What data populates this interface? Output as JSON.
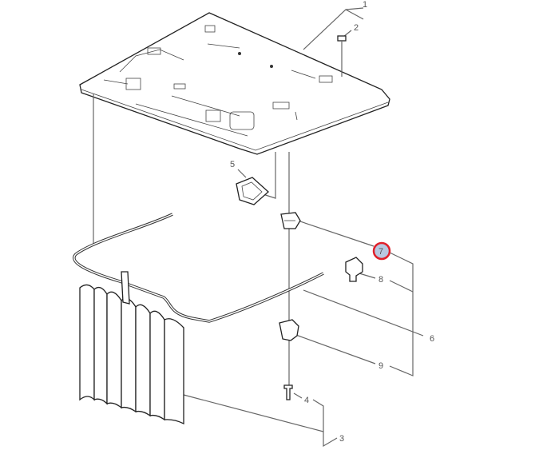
{
  "diagram": {
    "callouts": [
      {
        "id": "1",
        "label": "1"
      },
      {
        "id": "2",
        "label": "2"
      },
      {
        "id": "3",
        "label": "3"
      },
      {
        "id": "4",
        "label": "4"
      },
      {
        "id": "5",
        "label": "5"
      },
      {
        "id": "6",
        "label": "6"
      },
      {
        "id": "7",
        "label": "7",
        "highlighted": true
      },
      {
        "id": "8",
        "label": "8"
      },
      {
        "id": "9",
        "label": "9"
      }
    ],
    "highlight_color": "#e0202a",
    "highlight_fill": "#b8c8e0"
  }
}
